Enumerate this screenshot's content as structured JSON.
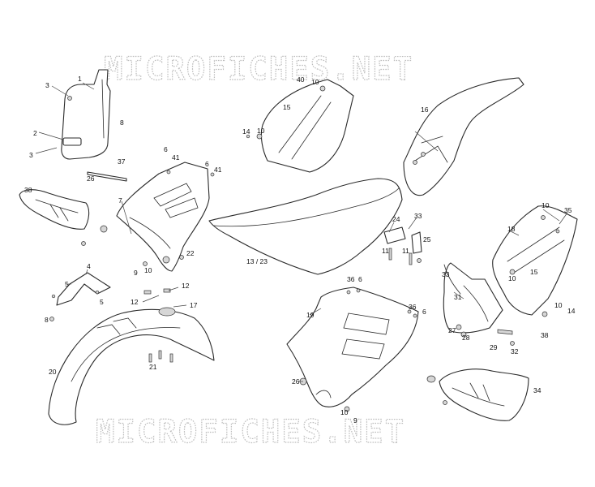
{
  "watermark": {
    "top": "MICROFICHES.NET",
    "bottom": "MICROFICHES.NET"
  },
  "callouts": [
    {
      "id": "c1",
      "text": "1"
    },
    {
      "id": "c2",
      "text": "2"
    },
    {
      "id": "c3a",
      "text": "3"
    },
    {
      "id": "c3b",
      "text": "3"
    },
    {
      "id": "c4",
      "text": "4"
    },
    {
      "id": "c5a",
      "text": "5"
    },
    {
      "id": "c5b",
      "text": "5"
    },
    {
      "id": "c6a",
      "text": "6"
    },
    {
      "id": "c6b",
      "text": "6"
    },
    {
      "id": "c6c",
      "text": "6"
    },
    {
      "id": "c6d",
      "text": "6"
    },
    {
      "id": "c7",
      "text": "7"
    },
    {
      "id": "c8a",
      "text": "8"
    },
    {
      "id": "c8b",
      "text": "8"
    },
    {
      "id": "c9a",
      "text": "9"
    },
    {
      "id": "c9b",
      "text": "9"
    },
    {
      "id": "c10a",
      "text": "10"
    },
    {
      "id": "c10b",
      "text": "10"
    },
    {
      "id": "c10c",
      "text": "10"
    },
    {
      "id": "c10d",
      "text": "10"
    },
    {
      "id": "c10e",
      "text": "10"
    },
    {
      "id": "c10f",
      "text": "10"
    },
    {
      "id": "c10g",
      "text": "10"
    },
    {
      "id": "c11a",
      "text": "11"
    },
    {
      "id": "c11b",
      "text": "11"
    },
    {
      "id": "c12a",
      "text": "12"
    },
    {
      "id": "c12b",
      "text": "12"
    },
    {
      "id": "c1323",
      "text": "13 / 23"
    },
    {
      "id": "c14a",
      "text": "14"
    },
    {
      "id": "c14b",
      "text": "14"
    },
    {
      "id": "c15a",
      "text": "15"
    },
    {
      "id": "c15b",
      "text": "15"
    },
    {
      "id": "c16",
      "text": "16"
    },
    {
      "id": "c17",
      "text": "17"
    },
    {
      "id": "c18",
      "text": "18"
    },
    {
      "id": "c19",
      "text": "19"
    },
    {
      "id": "c20",
      "text": "20"
    },
    {
      "id": "c21",
      "text": "21"
    },
    {
      "id": "c22",
      "text": "22"
    },
    {
      "id": "c24",
      "text": "24"
    },
    {
      "id": "c25",
      "text": "25"
    },
    {
      "id": "c26a",
      "text": "26"
    },
    {
      "id": "c26b",
      "text": "26"
    },
    {
      "id": "c27",
      "text": "27"
    },
    {
      "id": "c28",
      "text": "28"
    },
    {
      "id": "c29",
      "text": "29"
    },
    {
      "id": "c31",
      "text": "31"
    },
    {
      "id": "c32",
      "text": "32"
    },
    {
      "id": "c33a",
      "text": "33"
    },
    {
      "id": "c33b",
      "text": "33"
    },
    {
      "id": "c34",
      "text": "34"
    },
    {
      "id": "c35",
      "text": "35"
    },
    {
      "id": "c36a",
      "text": "36"
    },
    {
      "id": "c36b",
      "text": "36"
    },
    {
      "id": "c37",
      "text": "37"
    },
    {
      "id": "c38a",
      "text": "38"
    },
    {
      "id": "c38b",
      "text": "38"
    },
    {
      "id": "c40",
      "text": "40"
    },
    {
      "id": "c41a",
      "text": "41"
    },
    {
      "id": "c41b",
      "text": "41"
    }
  ]
}
